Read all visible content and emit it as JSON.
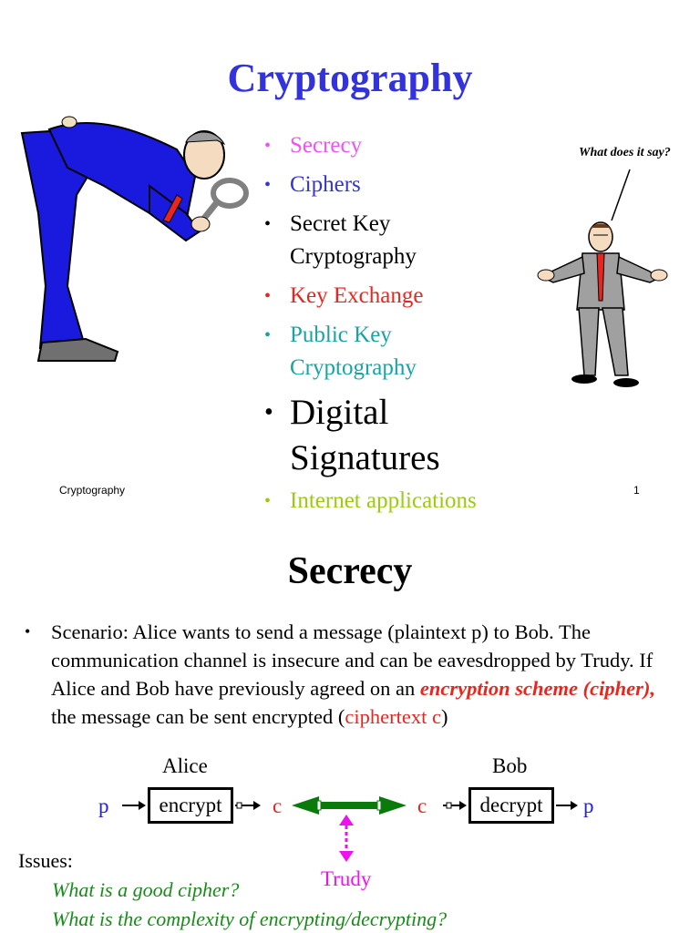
{
  "slide1": {
    "title": "Cryptography",
    "bullets": [
      {
        "text": "Secrecy",
        "color": "#ee55ee"
      },
      {
        "text": "Ciphers",
        "color": "#3333dd"
      },
      {
        "text": "Secret Key Cryptography",
        "line1": "Secret Key",
        "line2": "Cryptography",
        "color": "#000000"
      },
      {
        "text": "Key Exchange",
        "color": "#e8261f"
      },
      {
        "text": "Public Key Cryptography",
        "line1": "Public Key",
        "line2": "Cryptography",
        "color": "#1aa3a3"
      },
      {
        "text": "Digital Signatures",
        "line1": "Digital",
        "line2": "Signatures",
        "color": "#000000"
      },
      {
        "text": "Internet applications",
        "color": "#99cc11"
      }
    ],
    "speech": "What does it say?",
    "footer_left": "Cryptography",
    "page_number": "1"
  },
  "slide2": {
    "title": "Secrecy",
    "scenario": {
      "p1": "Scenario:  Alice wants to send a message (plaintext p) to Bob. The communication channel is insecure and can be eavesdropped by Trudy. If Alice and Bob have previously agreed on an ",
      "emph": "encryption scheme (cipher),",
      "p2": " the message can be sent encrypted (",
      "ct": "ciphertext c",
      "p3": ")"
    },
    "diagram": {
      "alice": "Alice",
      "bob": "Bob",
      "p_left": "p",
      "encrypt": "encrypt",
      "c_left": "c",
      "c_right": "c",
      "decrypt": "decrypt",
      "p_right": "p",
      "trudy": "Trudy"
    },
    "issues_label": "Issues:",
    "questions": [
      "What is a good cipher?",
      "What is the complexity of encrypting/decrypting?"
    ]
  },
  "colors": {
    "title_blue": "#3333dd",
    "green_arrow": "#0a7a0a",
    "trudy_magenta": "#ee11ee",
    "question_green": "#1a8a1a"
  }
}
